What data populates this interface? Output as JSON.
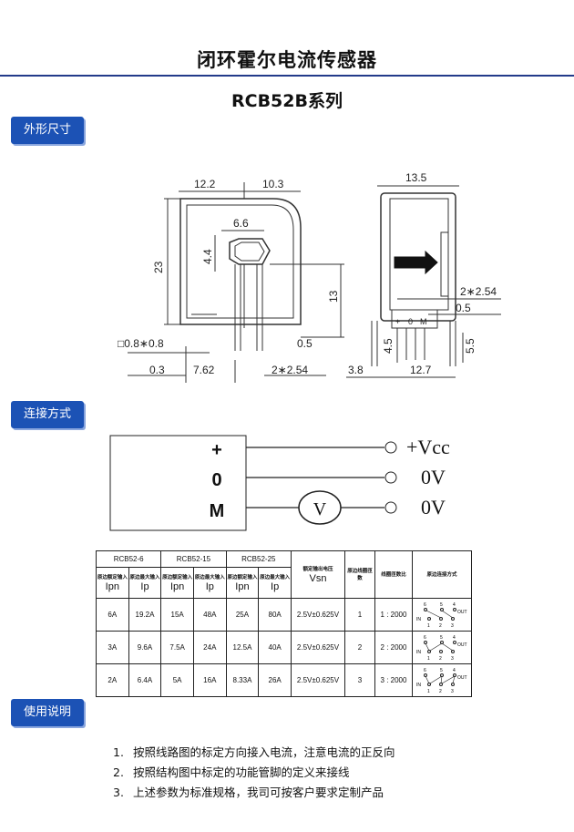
{
  "header": {
    "title": "闭环霍尔电流传感器",
    "series": "RCB52B系列"
  },
  "sections": {
    "dimensions": "外形尺寸",
    "connection": "连接方式",
    "usage": "使用说明"
  },
  "dimension_labels": {
    "front": [
      "12.2",
      "10.3",
      "6.6",
      "4.4",
      "23",
      "13",
      "□0.8∗0.8",
      "0.5",
      "0.3",
      "7.62",
      "2∗2.54"
    ],
    "side": [
      "13.5",
      "2∗2.54",
      "0.5",
      "4.5",
      "5.5",
      "3.8",
      "12.7"
    ],
    "pins": [
      "+",
      "0",
      "M"
    ]
  },
  "connection": {
    "pins": [
      "+",
      "0",
      "M"
    ],
    "outputs": [
      "+Vcc",
      "0V",
      "0V"
    ],
    "meter": "V"
  },
  "table": {
    "models": [
      "RCB52-6",
      "RCB52-15",
      "RCB52-25"
    ],
    "sub_headers": [
      "原边额定输入",
      "原边最大输入"
    ],
    "symbols": [
      "Ipn",
      "Ip"
    ],
    "output_header": "额定输出电压",
    "output_symbol": "Vsn",
    "turns_header": "原边线圈匝数",
    "ratio_header": "线圈匝数比",
    "method_header": "原边连接方式",
    "rows": [
      {
        "c1": "6A",
        "c2": "19.2A",
        "c3": "15A",
        "c4": "48A",
        "c5": "25A",
        "c6": "80A",
        "vsn": "2.5V±0.625V",
        "turns": "1",
        "ratio": "1 : 2000"
      },
      {
        "c1": "3A",
        "c2": "9.6A",
        "c3": "7.5A",
        "c4": "24A",
        "c5": "12.5A",
        "c6": "40A",
        "vsn": "2.5V±0.625V",
        "turns": "2",
        "ratio": "2 : 2000"
      },
      {
        "c1": "2A",
        "c2": "6.4A",
        "c3": "5A",
        "c4": "16A",
        "c5": "8.33A",
        "c6": "26A",
        "vsn": "2.5V±0.625V",
        "turns": "3",
        "ratio": "3 : 2000"
      }
    ],
    "wiring": {
      "in": "IN",
      "out": "OUT",
      "top": [
        "6",
        "5",
        "4"
      ],
      "bottom": [
        "1",
        "2",
        "3"
      ]
    }
  },
  "notes": [
    {
      "n": "1.",
      "text": "按照线路图的标定方向接入电流，注意电流的正反向"
    },
    {
      "n": "2.",
      "text": "按照结构图中标定的功能管脚的定义来接线"
    },
    {
      "n": "3.",
      "text": "上述参数为标准规格，我司可按客户要求定制产品"
    }
  ]
}
